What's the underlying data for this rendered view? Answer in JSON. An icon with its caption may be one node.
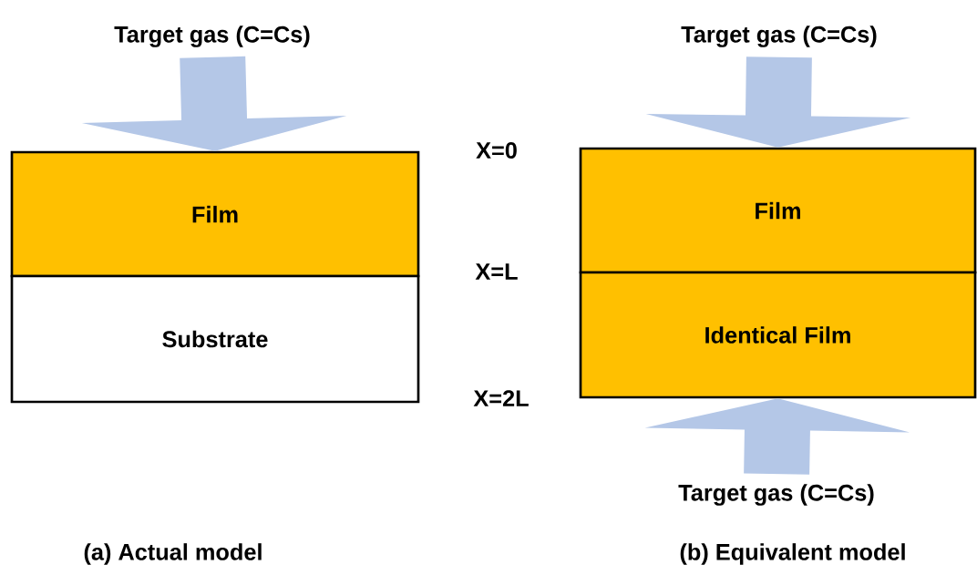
{
  "diagram": {
    "nodes": [
      {
        "text": [
          "Target gas (C=Cs)"
        ]
      },
      {
        "text": [
          "Film"
        ]
      },
      {
        "text": [
          "Substrate"
        ]
      },
      {
        "text": [
          "Target gas (C=Cs)"
        ]
      },
      {
        "text": [
          "Film"
        ]
      },
      {
        "text": [
          "Identical Film"
        ]
      },
      {
        "text": [
          "Target gas (C=Cs)"
        ]
      }
    ],
    "edges": [
      {
        "from": 0,
        "to": 1,
        "arrow": "to",
        "color": "#b4c7e7"
      },
      {
        "from": 3,
        "to": 4,
        "arrow": "to",
        "color": "#b4c7e7"
      },
      {
        "from": 6,
        "to": 5,
        "arrow": "to",
        "color": "#b4c7e7"
      }
    ],
    "labels": [
      "X=0",
      "X=L",
      "X=2L",
      "(a) Actual model",
      "(b) Equivalent model"
    ]
  }
}
